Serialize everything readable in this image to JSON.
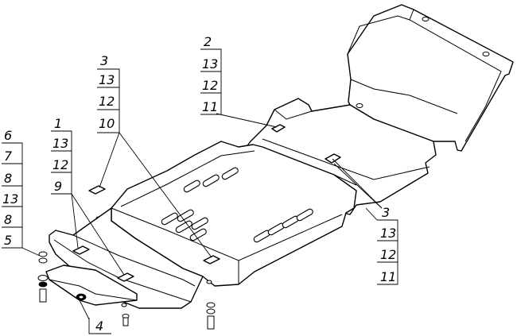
{
  "callouts": [
    {
      "id": "group-center-top",
      "numbers": [
        "3",
        "13",
        "12",
        "10"
      ]
    },
    {
      "id": "group-right-top",
      "numbers": [
        "2",
        "13",
        "12",
        "11"
      ]
    },
    {
      "id": "group-left-mid",
      "numbers": [
        "1",
        "13",
        "12",
        "9"
      ]
    },
    {
      "id": "group-left-stack",
      "numbers": [
        "6",
        "7",
        "8",
        "13",
        "8",
        "5"
      ]
    },
    {
      "id": "group-right-bottom",
      "numbers": [
        "3",
        "13",
        "12",
        "11"
      ]
    },
    {
      "id": "group-bottom",
      "numbers": [
        "4"
      ]
    }
  ]
}
